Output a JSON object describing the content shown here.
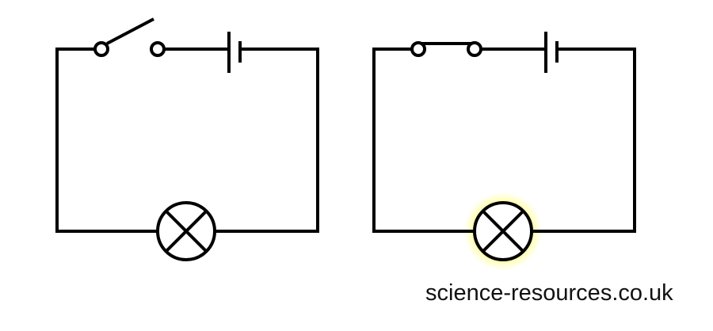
{
  "credit": "science-resources.co.uk",
  "circuits": [
    {
      "switch": "open",
      "lamp_lit": false
    },
    {
      "switch": "closed",
      "lamp_lit": true
    }
  ],
  "colors": {
    "wire": "#000000",
    "glow": "#ffff66"
  }
}
